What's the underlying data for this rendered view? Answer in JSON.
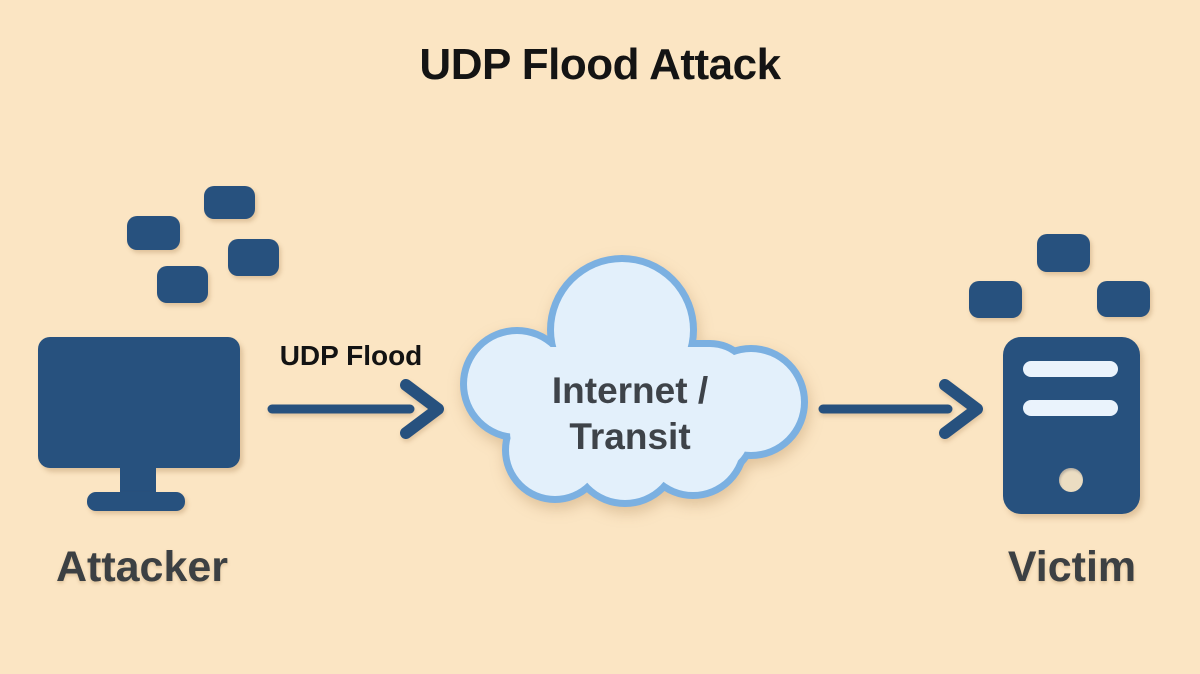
{
  "title": "UDP Flood Attack",
  "diagram": {
    "attacker": {
      "label": "Attacker"
    },
    "flow_label": "UDP Flood",
    "cloud": {
      "line1": "Internet /",
      "line2": "Transit"
    },
    "victim": {
      "label": "Victim"
    }
  },
  "colors": {
    "background": "#FBE5C3",
    "node_navy": "#27517E",
    "cloud_fill": "#E3F0FB",
    "cloud_border": "#7BB0E1",
    "label_text": "#3C4043",
    "title_text": "#141414",
    "server_slot_fill": "#EAF3FC",
    "power_button_fill": "#EBDDC2"
  }
}
